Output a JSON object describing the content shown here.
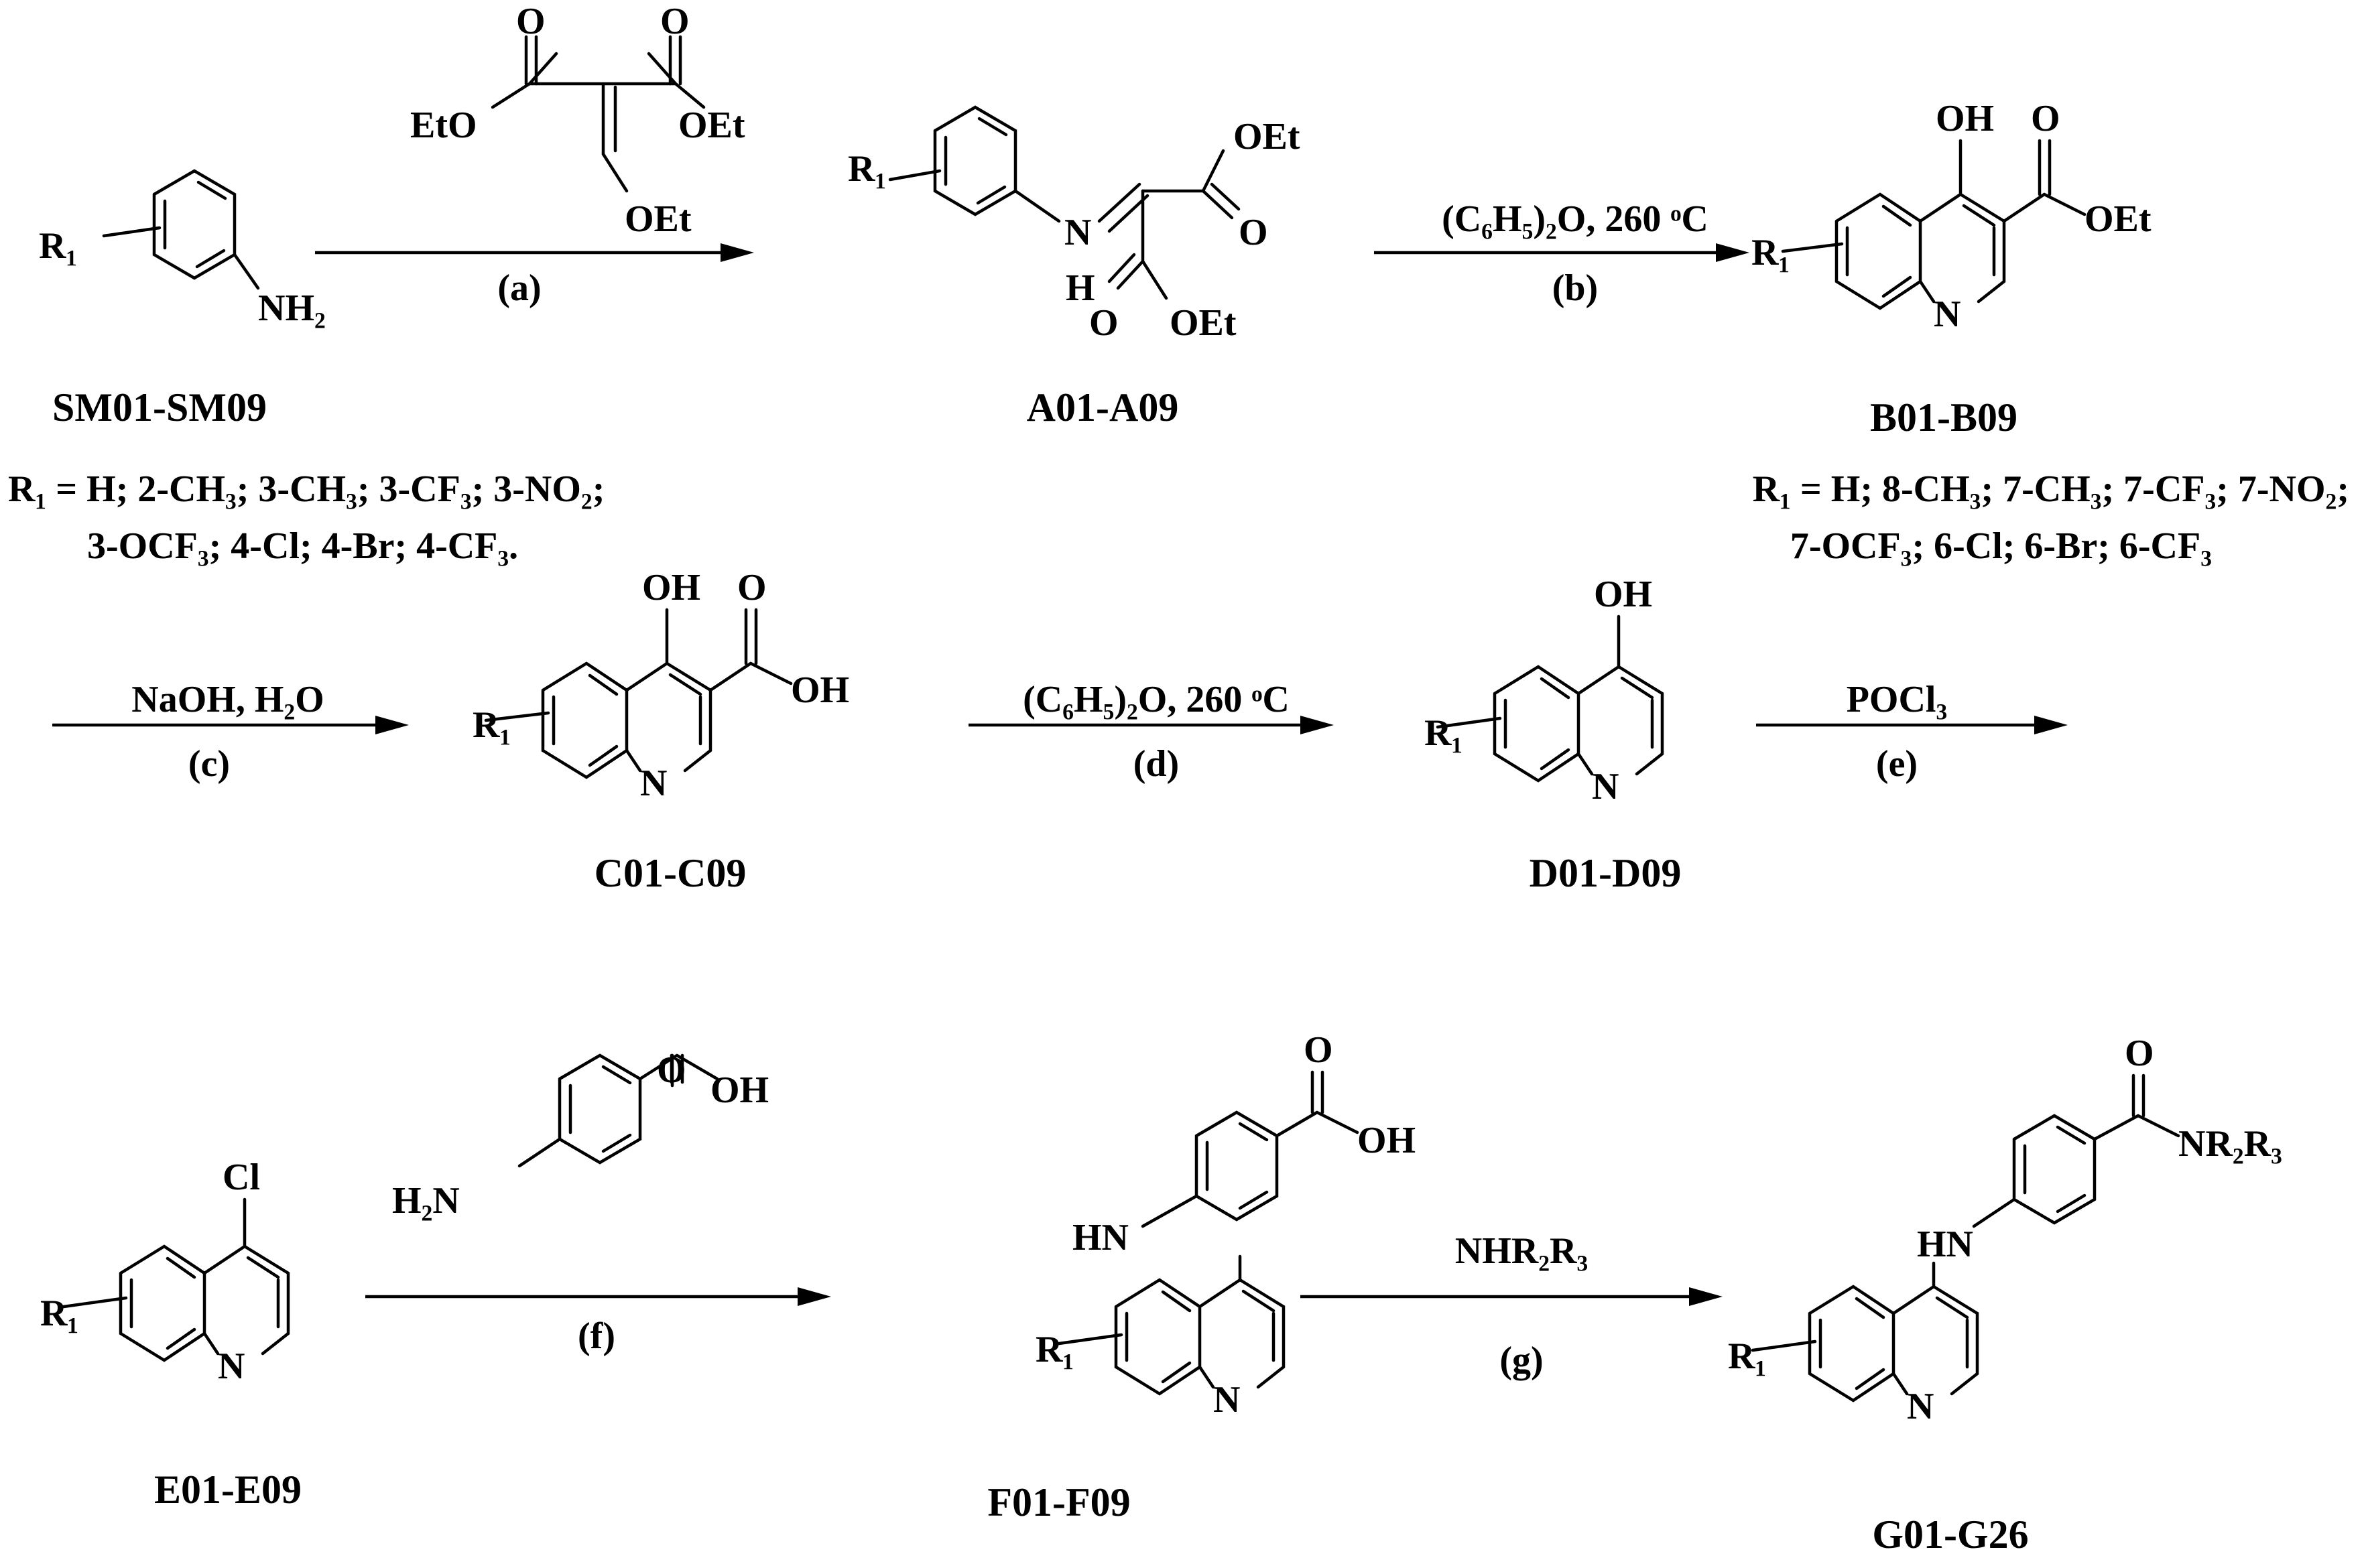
{
  "compounds": [
    {
      "id": "sm",
      "label": "SM01-SM09"
    },
    {
      "id": "a",
      "label": "A01-A09"
    },
    {
      "id": "b",
      "label": "B01-B09"
    },
    {
      "id": "c",
      "label": "C01-C09"
    },
    {
      "id": "d",
      "label": "D01-D09"
    },
    {
      "id": "e",
      "label": "E01-E09"
    },
    {
      "id": "f",
      "label": "F01-F09"
    },
    {
      "id": "g",
      "label": "G01-G26"
    }
  ],
  "substituent_definitions": {
    "sm_line1": "R₁ = H; 2-CH₃; 3-CH₃; 3-CF₃; 3-NO₂;",
    "sm_line2": "3-OCF₃; 4-Cl; 4-Br; 4-CF₃.",
    "b_line1": "R₁ = H; 8-CH₃; 7-CH₃; 7-CF₃; 7-NO₂;",
    "b_line2": "7-OCF₃; 6-Cl; 6-Br; 6-CF₃"
  },
  "steps": [
    {
      "id": "a",
      "label": "(a)",
      "condition": ""
    },
    {
      "id": "b",
      "label": "(b)",
      "condition": "(C₆H₅)₂O, 260 ᵒC"
    },
    {
      "id": "c",
      "label": "(c)",
      "condition": "NaOH, H₂O"
    },
    {
      "id": "d",
      "label": "(d)",
      "condition": "(C₆H₅)₂O, 260 ᵒC"
    },
    {
      "id": "e",
      "label": "(e)",
      "condition": "POCl₃"
    },
    {
      "id": "f",
      "label": "(f)",
      "condition": ""
    },
    {
      "id": "g",
      "label": "(g)",
      "condition": "NHR₂R₃"
    }
  ],
  "atoms": {
    "r1": "R₁",
    "nh2": "NH₂",
    "h2n": "H₂N",
    "n": "N",
    "h": "H",
    "hn": "HN",
    "o": "O",
    "oet": "OEt",
    "eto": "EtO",
    "oh": "OH",
    "cl": "Cl",
    "nr2r3": "NR₂R₃"
  }
}
